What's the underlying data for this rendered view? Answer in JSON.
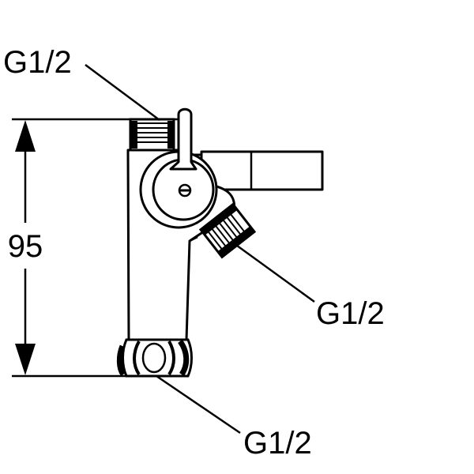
{
  "dimension": {
    "height_value": "95"
  },
  "callouts": {
    "top_inlet": "G1/2",
    "side_outlet": "G1/2",
    "bottom_connection": "G1/2"
  },
  "colors": {
    "ink": "#000000",
    "paper": "#ffffff"
  }
}
